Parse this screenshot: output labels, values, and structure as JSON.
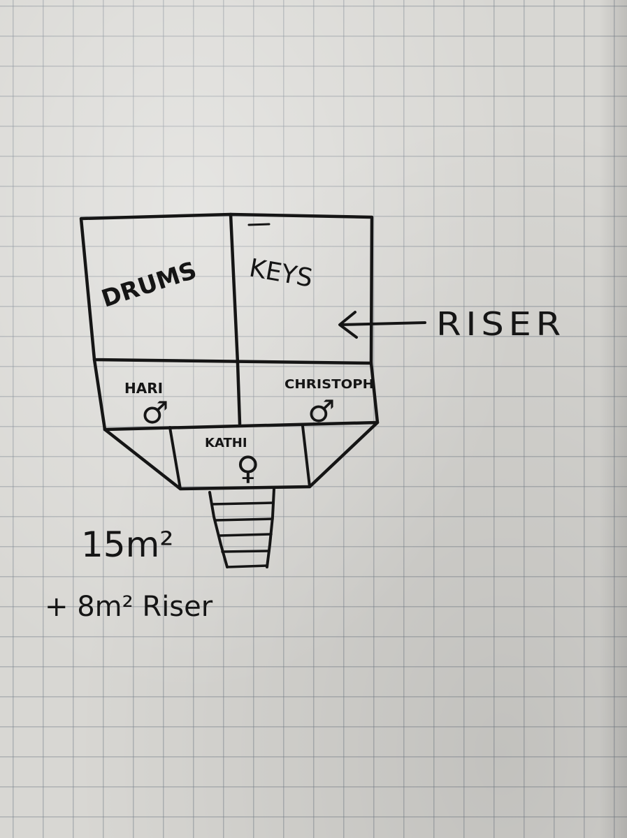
{
  "riser_label": "RISER",
  "zones": {
    "drums": "DRUMS",
    "keys": "KEYS",
    "hari": "HARI",
    "christoph": "CHRISTOPH",
    "kathi": "KATHI"
  },
  "symbols": {
    "hari": "♂",
    "christoph": "♂",
    "kathi": "♀"
  },
  "area": {
    "stage": "15m²",
    "riser": "+ 8m² Riser"
  }
}
